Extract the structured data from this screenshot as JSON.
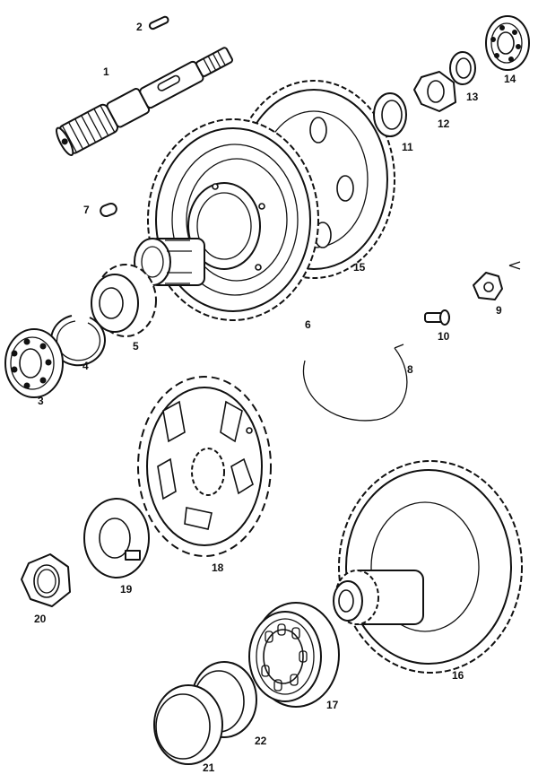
{
  "diagram": {
    "labels": {
      "p1": "1",
      "p2": "2",
      "p3": "3",
      "p4": "4",
      "p5": "5",
      "p6": "6",
      "p7": "7",
      "p8": "8",
      "p9": "9",
      "p10": "10",
      "p11": "11",
      "p12": "12",
      "p13": "13",
      "p14": "14",
      "p15": "15",
      "p16": "16",
      "p17": "17",
      "p18": "18",
      "p19": "19",
      "p20": "20",
      "p21": "21",
      "p22": "22"
    },
    "parts": [
      "shaft",
      "key",
      "ball-bearing",
      "circlip",
      "small-sprocket",
      "clutch-gear",
      "pin",
      "wire-ring",
      "tab-washer",
      "rivet-pin",
      "snap-ring",
      "hex-nut",
      "washer",
      "ball-bearing",
      "gear",
      "gear-with-hub",
      "roller-bearing",
      "rear-sprocket",
      "lock-washer",
      "hex-nut",
      "bearing-race",
      "bearing-race"
    ]
  }
}
